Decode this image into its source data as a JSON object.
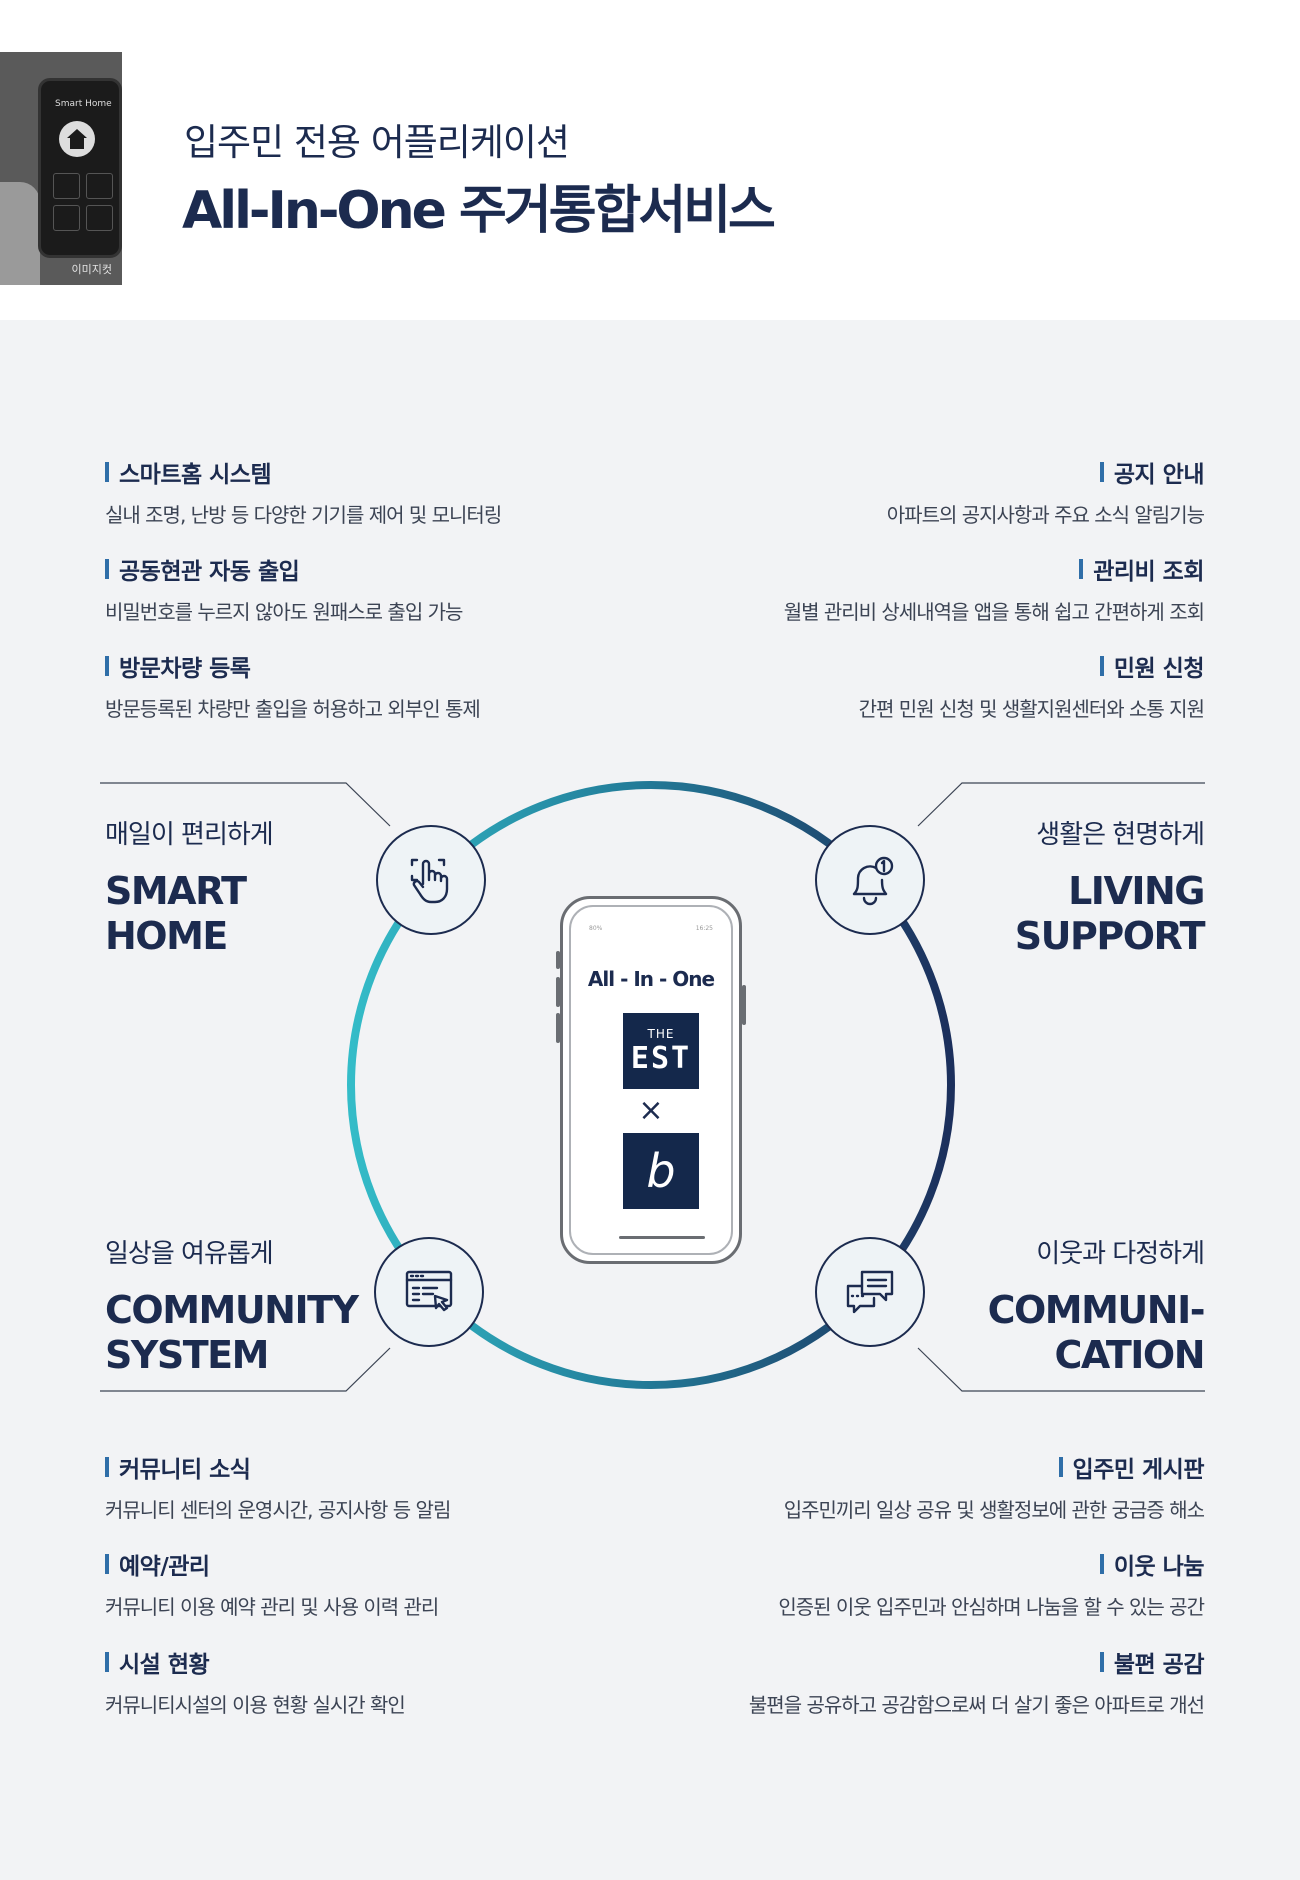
{
  "header": {
    "photo": {
      "screen_title": "Smart Home",
      "watermark": "이미지컷"
    },
    "subtitle": "입주민 전용 어플리케이션",
    "title": "All-In-One 주거통합서비스"
  },
  "features_top_left": [
    {
      "title": "스마트홈 시스템",
      "desc": "실내 조명, 난방 등 다양한 기기를 제어 및 모니터링"
    },
    {
      "title": "공동현관 자동 출입",
      "desc": "비밀번호를 누르지 않아도 원패스로 출입 가능"
    },
    {
      "title": "방문차량 등록",
      "desc": "방문등록된 차량만 출입을 허용하고 외부인 통제"
    }
  ],
  "features_top_right": [
    {
      "title": "공지 안내",
      "desc": "아파트의 공지사항과 주요 소식 알림기능"
    },
    {
      "title": "관리비 조회",
      "desc": "월별 관리비 상세내역을 앱을 통해 쉽고 간편하게 조회"
    },
    {
      "title": "민원 신청",
      "desc": "간편 민원 신청 및 생활지원센터와 소통 지원"
    }
  ],
  "categories": {
    "smart_home": {
      "sub": "매일이 편리하게",
      "title": "SMART\nHOME",
      "icon": "touch-hand-icon"
    },
    "living_support": {
      "sub": "생활은 현명하게",
      "title": "LIVING\nSUPPORT",
      "icon": "bell-notification-icon"
    },
    "community_system": {
      "sub": "일상을 여유롭게",
      "title": "COMMUNITY\nSYSTEM",
      "icon": "browser-click-icon"
    },
    "communication": {
      "sub": "이웃과 다정하게",
      "title": "COMMUNI-\nCATION",
      "icon": "chat-bubbles-icon"
    }
  },
  "phone": {
    "status_left": "80%",
    "status_right": "16:25",
    "app_name": "All - In - One",
    "logo_the": "THE",
    "logo_est": "EST",
    "times": "×",
    "logo_b": "b"
  },
  "features_bottom_left": [
    {
      "title": "커뮤니티 소식",
      "desc": "커뮤니티 센터의 운영시간, 공지사항 등 알림"
    },
    {
      "title": "예약/관리",
      "desc": "커뮤니티 이용 예약 관리 및 사용 이력 관리"
    },
    {
      "title": "시설 현황",
      "desc": "커뮤니티시설의 이용 현황 실시간 확인"
    }
  ],
  "features_bottom_right": [
    {
      "title": "입주민 게시판",
      "desc": "입주민끼리 일상 공유 및 생활정보에 관한 궁금증 해소"
    },
    {
      "title": "이웃 나눔",
      "desc": "인증된 이웃 입주민과 안심하며 나눔을 할 수 있는 공간"
    },
    {
      "title": "불편 공감",
      "desc": "불편을 공유하고 공감함으로써 더 살기 좋은 아파트로 개선"
    }
  ],
  "colors": {
    "navy": "#1c2b4f",
    "ring_teal": "#32b6c4",
    "ring_navy": "#1c2f5c",
    "background": "#f2f3f5"
  }
}
